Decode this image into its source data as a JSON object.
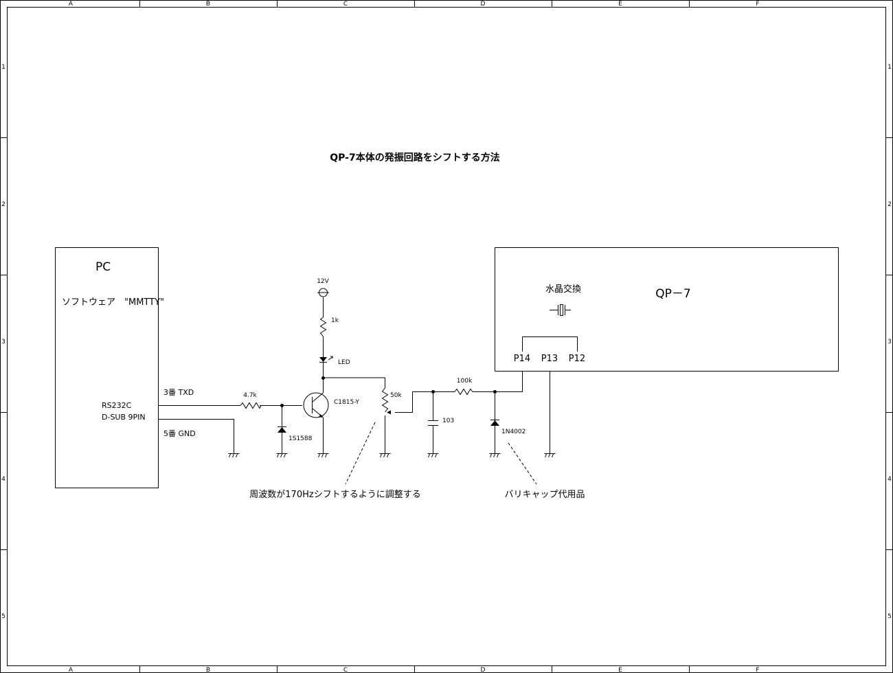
{
  "title": "QP-7本体の発振回路をシフトする方法",
  "frame": {
    "columns": [
      "A",
      "B",
      "C",
      "D",
      "E",
      "F"
    ],
    "rows": [
      "1",
      "2",
      "3",
      "4",
      "5"
    ]
  },
  "pc": {
    "label": "PC",
    "software": "ソフトウェア　\"MMTTY\"",
    "port1": "RS232C",
    "port2": "D-SUB 9PIN",
    "txd": "3番 TXD",
    "gnd": "5番 GND"
  },
  "components": {
    "r1": "4.7k",
    "d1": "1S1588",
    "supply": "12V",
    "r2": "1k",
    "led": "LED",
    "q1": "C1815-Y",
    "vr": "50k",
    "c1": "103",
    "r3": "100k",
    "d2": "1N4002"
  },
  "qp7": {
    "label": "QP－7",
    "crystal": "水晶交換",
    "p14": "P14",
    "p13": "P13",
    "p12": "P12"
  },
  "notes": {
    "vr": "周波数が170Hzシフトするように調整する",
    "diode": "バリキャップ代用品"
  }
}
